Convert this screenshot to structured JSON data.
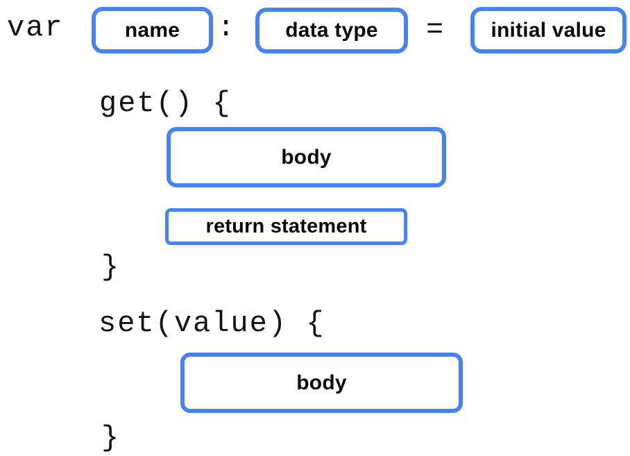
{
  "diagram": {
    "description": "Syntax diagram of a variable declaration with custom getter and setter",
    "tokens": {
      "var_keyword": "var",
      "colon": ":",
      "equals": "=",
      "get_open": "get() {",
      "get_close": "}",
      "set_open": "set(value) {",
      "set_close": "}"
    },
    "placeholders": {
      "name": "name",
      "data_type": "data type",
      "initial_value": "initial value",
      "get_body": "body",
      "return_statement": "return statement",
      "set_body": "body"
    },
    "colors": {
      "box_border": "#4583EE",
      "text": "#121212",
      "background": "#ffffff"
    }
  }
}
